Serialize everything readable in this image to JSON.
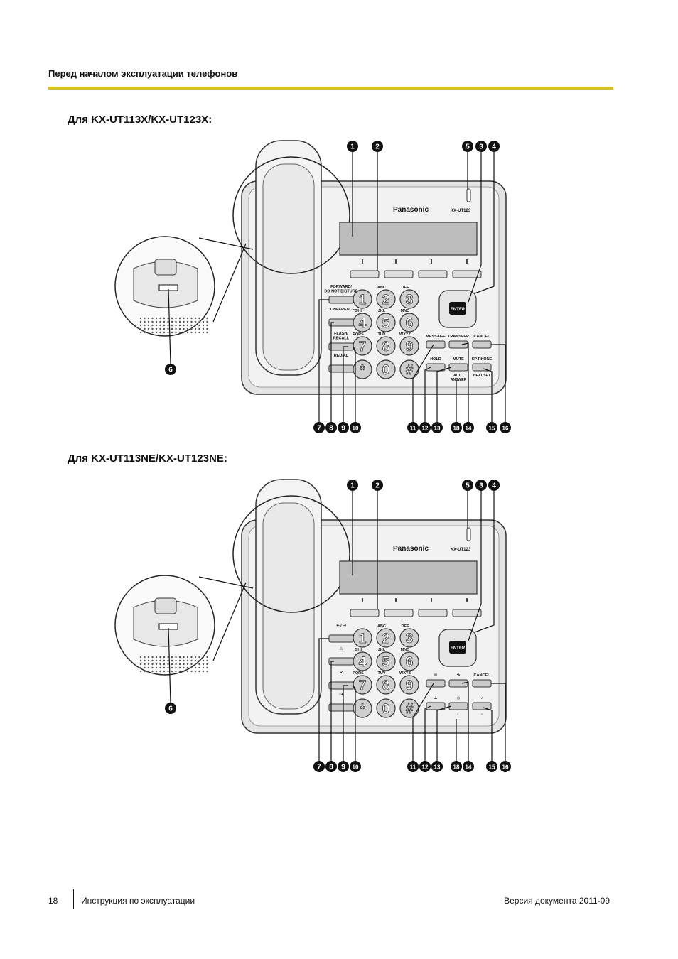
{
  "header": {
    "title": "Перед началом эксплуатации телефонов"
  },
  "sections": [
    {
      "title": "Для KX-UT113X/KX-UT123X:",
      "brand": "Panasonic",
      "model": "KX-UT123",
      "keypad": [
        {
          "digit": "1",
          "letters": ""
        },
        {
          "digit": "2",
          "letters": "ABC"
        },
        {
          "digit": "3",
          "letters": "DEF"
        },
        {
          "digit": "4",
          "letters": "GHI"
        },
        {
          "digit": "5",
          "letters": "JKL"
        },
        {
          "digit": "6",
          "letters": "MNO"
        },
        {
          "digit": "7",
          "letters": "PQRS"
        },
        {
          "digit": "8",
          "letters": "TUV"
        },
        {
          "digit": "9",
          "letters": "WXYZ"
        },
        {
          "digit": "*",
          "letters": ""
        },
        {
          "digit": "0",
          "letters": ""
        },
        {
          "digit": "#",
          "letters": ""
        }
      ],
      "enter_label": "ENTER",
      "left_buttons": [
        "FORWARD/\nDO NOT DISTURB",
        "CONFERENCE",
        "FLASH/\nRECALL",
        "REDIAL"
      ],
      "right_buttons": [
        "MESSAGE",
        "TRANSFER",
        "CANCEL",
        "HOLD",
        "MUTE",
        "SP-PHONE"
      ],
      "sub_labels": [
        "AUTO\nANSWER",
        "HEADSET"
      ],
      "callouts_top": [
        "1",
        "2",
        "5",
        "3",
        "4"
      ],
      "callouts_bottom": [
        "7",
        "8",
        "9",
        "10",
        "11",
        "12",
        "13",
        "18",
        "14",
        "15",
        "16"
      ],
      "callout_side": "6"
    },
    {
      "title": "Для KX-UT113NE/KX-UT123NE:",
      "brand": "Panasonic",
      "model": "KX-UT123",
      "keypad": [
        {
          "digit": "1",
          "letters": ""
        },
        {
          "digit": "2",
          "letters": "ABC"
        },
        {
          "digit": "3",
          "letters": "DEF"
        },
        {
          "digit": "4",
          "letters": "GHI"
        },
        {
          "digit": "5",
          "letters": "JKL"
        },
        {
          "digit": "6",
          "letters": "MNO"
        },
        {
          "digit": "7",
          "letters": "PQRS"
        },
        {
          "digit": "8",
          "letters": "TUV"
        },
        {
          "digit": "9",
          "letters": "WXYZ"
        },
        {
          "digit": "*",
          "letters": ""
        },
        {
          "digit": "0",
          "letters": ""
        },
        {
          "digit": "#",
          "letters": ""
        }
      ],
      "enter_label": "ENTER",
      "left_buttons": [
        "↞ / ⇥",
        "△",
        "R",
        "○●"
      ],
      "right_buttons": [
        "✉",
        "↷",
        "CANCEL",
        "⊥",
        "◎",
        "♪"
      ],
      "sub_labels": [
        "☾",
        "∩"
      ],
      "callouts_top": [
        "1",
        "2",
        "5",
        "3",
        "4"
      ],
      "callouts_bottom": [
        "7",
        "8",
        "9",
        "10",
        "11",
        "12",
        "13",
        "18",
        "14",
        "15",
        "16"
      ],
      "callout_side": "6"
    }
  ],
  "footer": {
    "page_number": "18",
    "left_text": "Инструкция по эксплуатации",
    "right_text": "Версия документа  2011-09"
  }
}
